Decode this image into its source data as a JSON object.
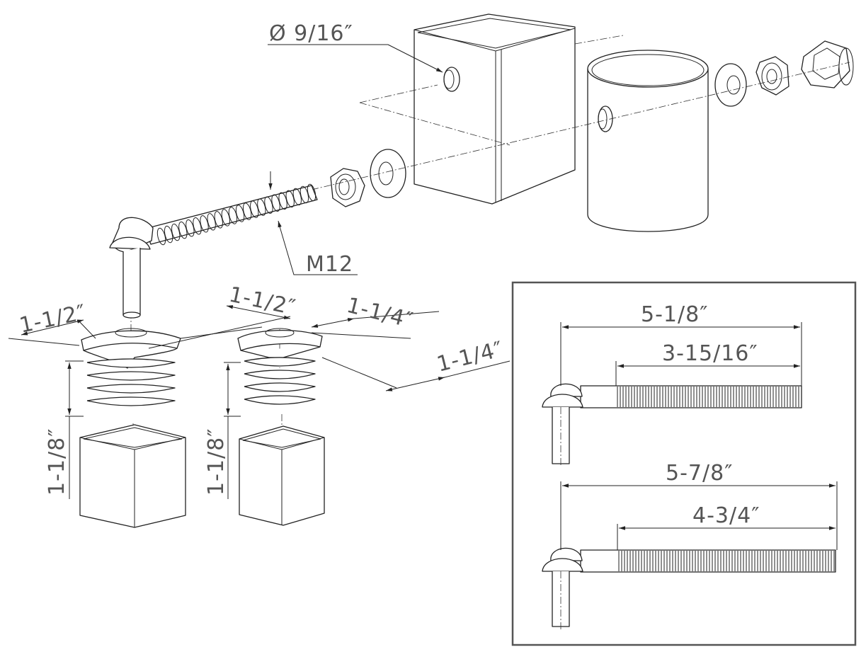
{
  "labels": {
    "hole_diameter": "Ø 9/16″",
    "thread": "M12",
    "cap_large_width_a": "1-1/2″",
    "cap_large_width_b": "1-1/2″",
    "cap_small_width_a": "1-1/4″",
    "cap_small_width_b": "1-1/4″",
    "height_large": "1-1/8″",
    "height_small": "1-1/8″"
  },
  "inset": {
    "short_bolt": {
      "overall": "5-1/8″",
      "thread": "3-15/16″"
    },
    "long_bolt": {
      "overall": "5-7/8″",
      "thread": "4-3/4″"
    }
  },
  "colors": {
    "line": "#222222",
    "text": "#555555",
    "frame": "#555555"
  }
}
